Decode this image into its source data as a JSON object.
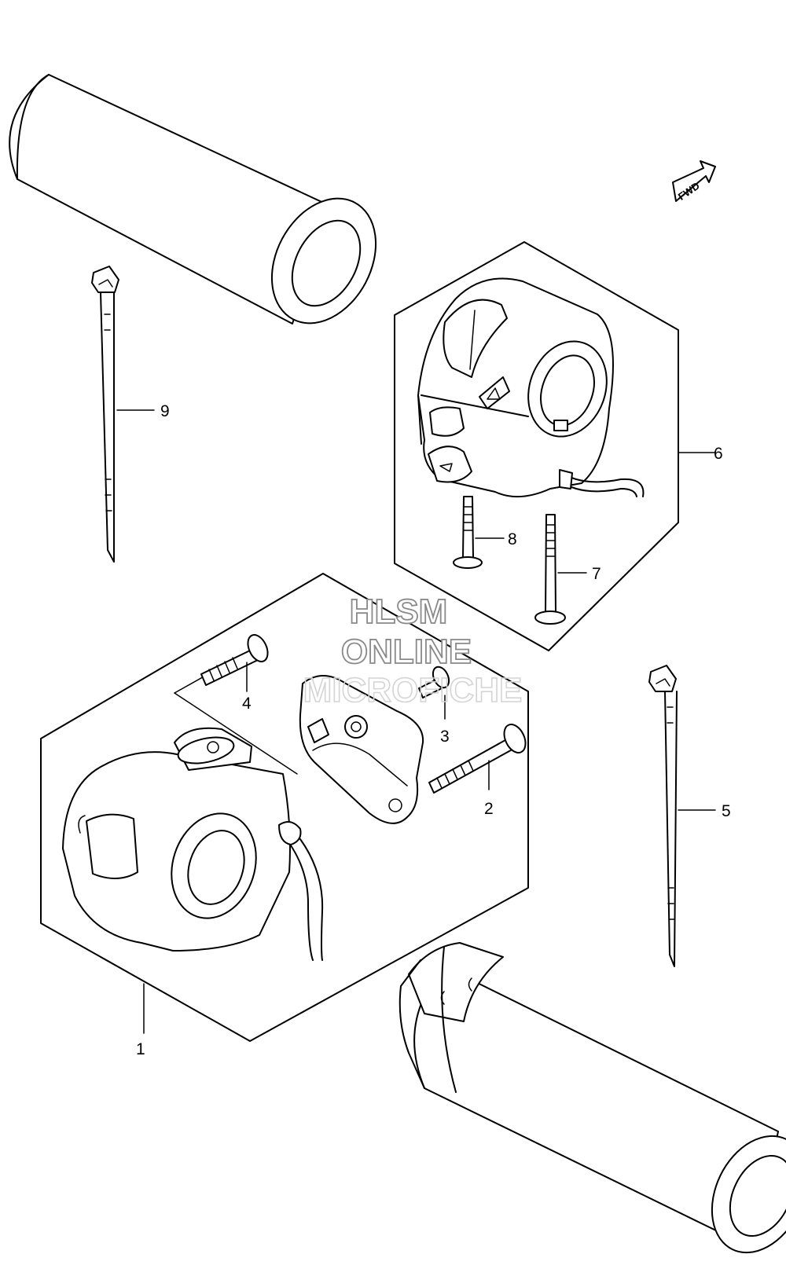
{
  "watermark": {
    "line1": "HLSM",
    "line2": "ONLINE",
    "line3": "MICROFICHE"
  },
  "direction_arrow": {
    "label": "FWD"
  },
  "callouts": [
    {
      "id": "1",
      "label": "1"
    },
    {
      "id": "2",
      "label": "2"
    },
    {
      "id": "3",
      "label": "3"
    },
    {
      "id": "4",
      "label": "4"
    },
    {
      "id": "5",
      "label": "5"
    },
    {
      "id": "6",
      "label": "6"
    },
    {
      "id": "7",
      "label": "7"
    },
    {
      "id": "8",
      "label": "8"
    },
    {
      "id": "9",
      "label": "9"
    }
  ]
}
